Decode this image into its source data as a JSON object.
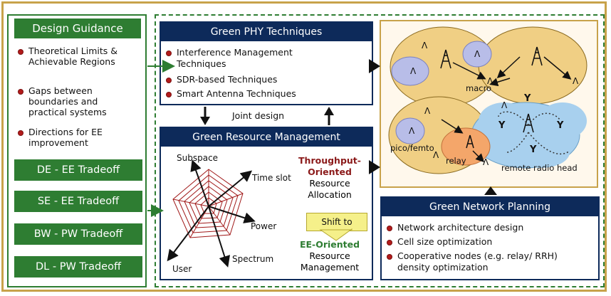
{
  "design_guidance": {
    "title": "Design Guidance",
    "items": [
      "Theoretical Limits & Achievable Regions",
      "Gaps between boundaries and practical systems",
      "Directions for EE improvement"
    ],
    "tradeoffs": [
      "DE - EE Tradeoff",
      "SE - EE Tradeoff",
      "BW - PW Tradeoff",
      "DL - PW Tradeoff"
    ]
  },
  "phy": {
    "title": "Green PHY Techniques",
    "items": [
      "Interference Management Techniques",
      "SDR-based Techniques",
      "Smart Antenna Techniques"
    ]
  },
  "joint_design": "Joint design",
  "resource": {
    "title": "Green Resource Management",
    "radar_labels": [
      "Subspace",
      "Time slot",
      "Power",
      "Spectrum",
      "User"
    ],
    "throughput_line1": "Throughput-",
    "throughput_line2": "Oriented",
    "rra_line1": "Resource",
    "rra_line2": "Allocation",
    "shift": "Shift to",
    "ee_line1": "EE-Oriented",
    "ee_line2": "Resource",
    "ee_line3": "Management"
  },
  "network_planning": {
    "title": "Green Network Planning",
    "items": [
      "Network architecture design",
      "Cell size optimization",
      "Cooperative nodes (e.g. relay/ RRH) density optimization"
    ]
  },
  "network_diagram": {
    "labels": [
      "macro",
      "pico/femto",
      "relay",
      "remote radio head"
    ]
  },
  "colors": {
    "green": "#2e7d32",
    "navy": "#0d2a5a",
    "bullet": "#b31b1b",
    "gold": "#c8a24a",
    "radar": "#a01818"
  }
}
